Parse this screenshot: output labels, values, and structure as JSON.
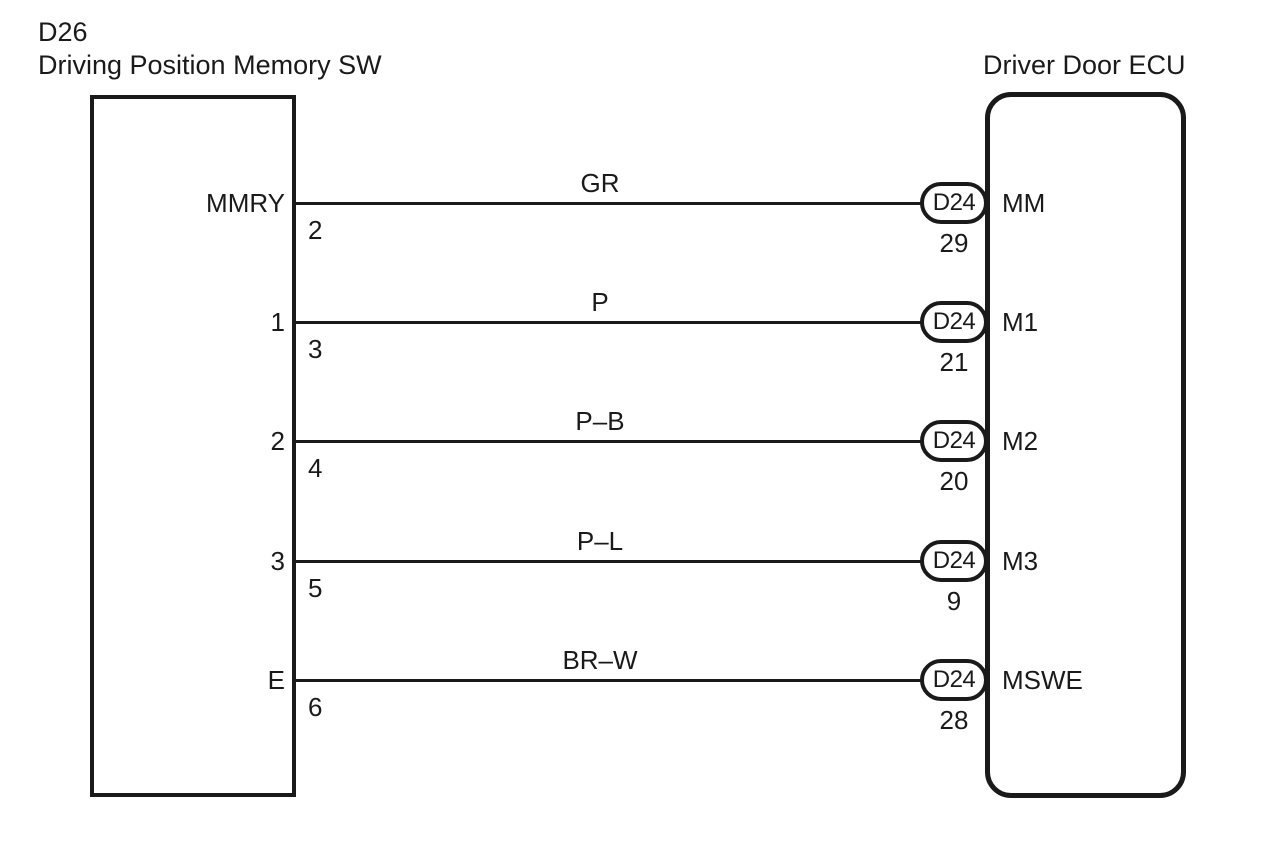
{
  "diagram": {
    "left_component": {
      "code": "D26",
      "name": "Driving Position Memory SW"
    },
    "right_component": {
      "name": "Driver Door ECU"
    },
    "wires": [
      {
        "left_label": "MMRY",
        "left_pin": "2",
        "wire_color": "GR",
        "connector": "D24",
        "right_pin": "29",
        "right_label": "MM"
      },
      {
        "left_label": "1",
        "left_pin": "3",
        "wire_color": "P",
        "connector": "D24",
        "right_pin": "21",
        "right_label": "M1"
      },
      {
        "left_label": "2",
        "left_pin": "4",
        "wire_color": "P–B",
        "connector": "D24",
        "right_pin": "20",
        "right_label": "M2"
      },
      {
        "left_label": "3",
        "left_pin": "5",
        "wire_color": "P–L",
        "connector": "D24",
        "right_pin": "9",
        "right_label": "M3"
      },
      {
        "left_label": "E",
        "left_pin": "6",
        "wire_color": "BR–W",
        "connector": "D24",
        "right_pin": "28",
        "right_label": "MSWE"
      }
    ],
    "ink_color": "#1a1a1a",
    "background_color": "#ffffff"
  }
}
